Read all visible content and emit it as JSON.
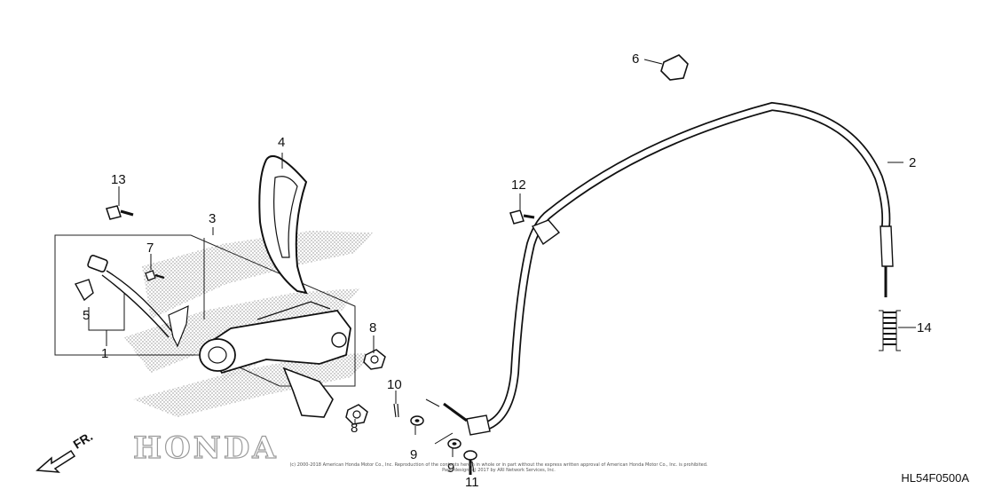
{
  "diagram": {
    "callouts": [
      {
        "id": "c1",
        "label": "1"
      },
      {
        "id": "c2",
        "label": "2"
      },
      {
        "id": "c3",
        "label": "3"
      },
      {
        "id": "c4",
        "label": "4"
      },
      {
        "id": "c5",
        "label": "5"
      },
      {
        "id": "c6",
        "label": "6"
      },
      {
        "id": "c7",
        "label": "7"
      },
      {
        "id": "c8a",
        "label": "8"
      },
      {
        "id": "c8b",
        "label": "8"
      },
      {
        "id": "c9a",
        "label": "9"
      },
      {
        "id": "c9b",
        "label": "9"
      },
      {
        "id": "c10",
        "label": "10"
      },
      {
        "id": "c11",
        "label": "11"
      },
      {
        "id": "c12",
        "label": "12"
      },
      {
        "id": "c13",
        "label": "13"
      },
      {
        "id": "c14",
        "label": "14"
      }
    ],
    "front_indicator": "FR.",
    "watermark": "HONDA",
    "copyright_line1": "(c) 2000-2018 American Honda Motor Co., Inc. Reproduction of the contents herein in whole or in part without the express written approval of American Honda Motor Co., Inc. is prohibited.",
    "copyright_line2": "Page design (c) 2017 by ARI Network Services, Inc.",
    "diagram_code": "HL54F0500A"
  }
}
